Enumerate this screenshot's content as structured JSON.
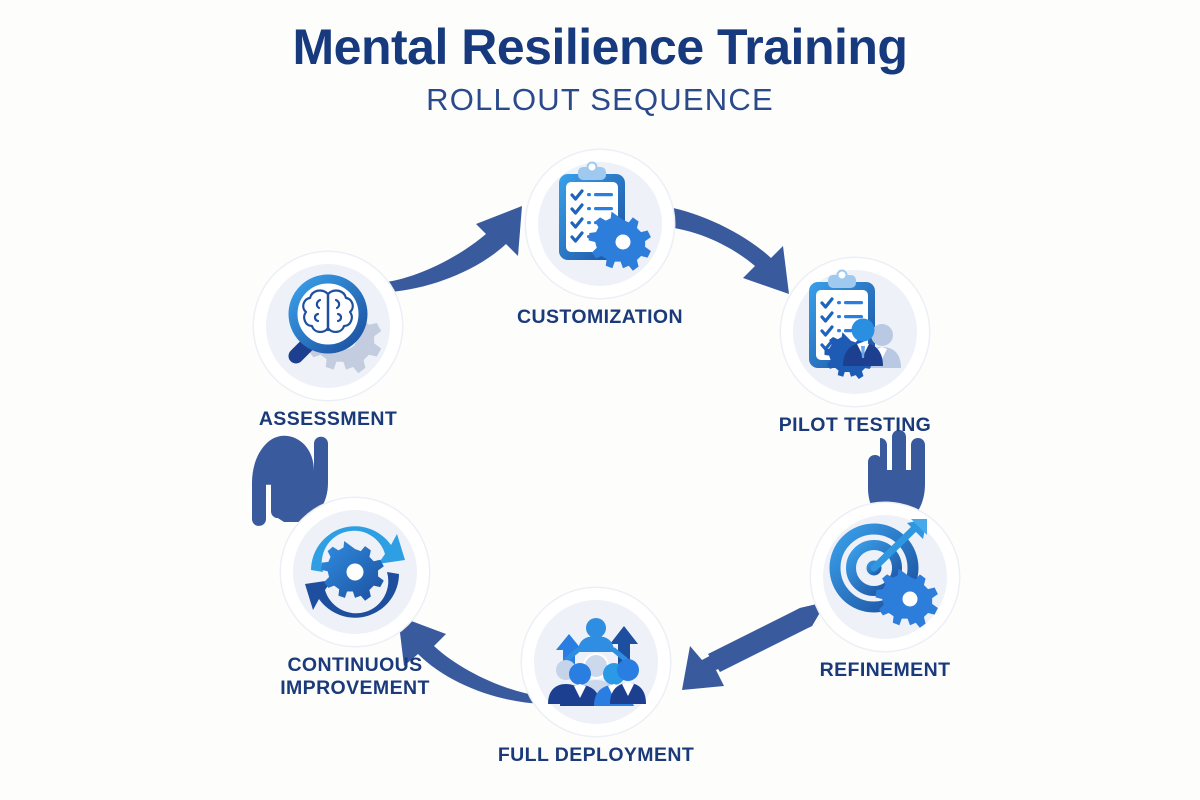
{
  "header": {
    "title": "Mental Resilience Training",
    "subtitle": "ROLLOUT SEQUENCE"
  },
  "colors": {
    "background": "#fdfdfc",
    "title_navy": "#173a7e",
    "subtitle_blue": "#2a4a8c",
    "label_navy": "#1b3a7a",
    "arrow_blue": "#3a5a9e",
    "icon_dark_blue": "#1c4f9c",
    "icon_mid_blue": "#2a7de1",
    "icon_light_blue": "#3fa9f5",
    "circle_inner": "#eef1f7",
    "circle_ring": "#eceff5",
    "gear_gray": "#c3cddf"
  },
  "cycle": {
    "type": "circular-process",
    "step_count": 6,
    "direction": "clockwise",
    "steps": [
      {
        "id": "customization",
        "order": 1,
        "label": "CUSTOMIZATION",
        "icon": "clipboard-checklist-gear-icon",
        "position": "top"
      },
      {
        "id": "pilot-testing",
        "order": 2,
        "label": "PILOT TESTING",
        "icon": "clipboard-people-gear-icon",
        "position": "top-right"
      },
      {
        "id": "refinement",
        "order": 3,
        "label": "REFINEMENT",
        "icon": "target-arrow-gear-icon",
        "position": "bottom-right"
      },
      {
        "id": "full-deployment",
        "order": 4,
        "label": "FULL DEPLOYMENT",
        "icon": "team-growth-arrows-icon",
        "position": "bottom"
      },
      {
        "id": "continuous-improvement",
        "order": 5,
        "label": "CONTINUOUS\nIMPROVEMENT",
        "icon": "cycle-arrows-gear-icon",
        "position": "bottom-left"
      },
      {
        "id": "assessment",
        "order": 6,
        "label": "ASSESSMENT",
        "icon": "magnifier-brain-gear-icon",
        "position": "top-left"
      }
    ],
    "connectors": [
      {
        "id": "assessment-to-customization",
        "from": "assessment",
        "to": "customization",
        "icon": "curved-arrow-up-right-icon"
      },
      {
        "id": "customization-to-pilot",
        "from": "customization",
        "to": "pilot-testing",
        "icon": "curved-arrow-down-right-icon"
      },
      {
        "id": "pilot-to-refinement",
        "from": "pilot-testing",
        "to": "refinement",
        "icon": "hand-arrow-down-icon"
      },
      {
        "id": "refinement-to-deployment",
        "from": "refinement",
        "to": "full-deployment",
        "icon": "arrow-down-left-icon"
      },
      {
        "id": "deployment-to-continuous",
        "from": "full-deployment",
        "to": "continuous-improvement",
        "icon": "curved-arrow-up-left-icon"
      },
      {
        "id": "continuous-to-assessment",
        "from": "continuous-improvement",
        "to": "assessment",
        "icon": "hand-arrow-up-icon"
      }
    ]
  }
}
